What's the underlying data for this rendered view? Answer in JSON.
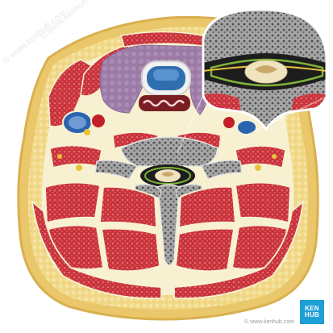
{
  "image": {
    "subject": "Axial cross-section of the neck with magnified inset of spinal canal",
    "colors": {
      "background": "#ffffff",
      "skin": "#e9c76a",
      "fat": "#f1d98a",
      "muscle": "#c8323a",
      "muscle_fibers": "#e06a6e",
      "fascia": "#f7f1d2",
      "bone": "#8f8f8f",
      "bone_dark": "#4d4d4d",
      "thyroid": "#9b7aa6",
      "trachea": "#2f6fb0",
      "artery": "#c21f28",
      "vein": "#2c63b0",
      "nerve": "#e8c23a",
      "spinal_cord": "#efe3c0",
      "brand": "#1e9fd6"
    }
  },
  "watermark": {
    "text": "© www.kenhub.com"
  },
  "credit": {
    "text": "© www.kenhub.com"
  },
  "logo": {
    "line1": "KEN",
    "line2": "HUB"
  }
}
